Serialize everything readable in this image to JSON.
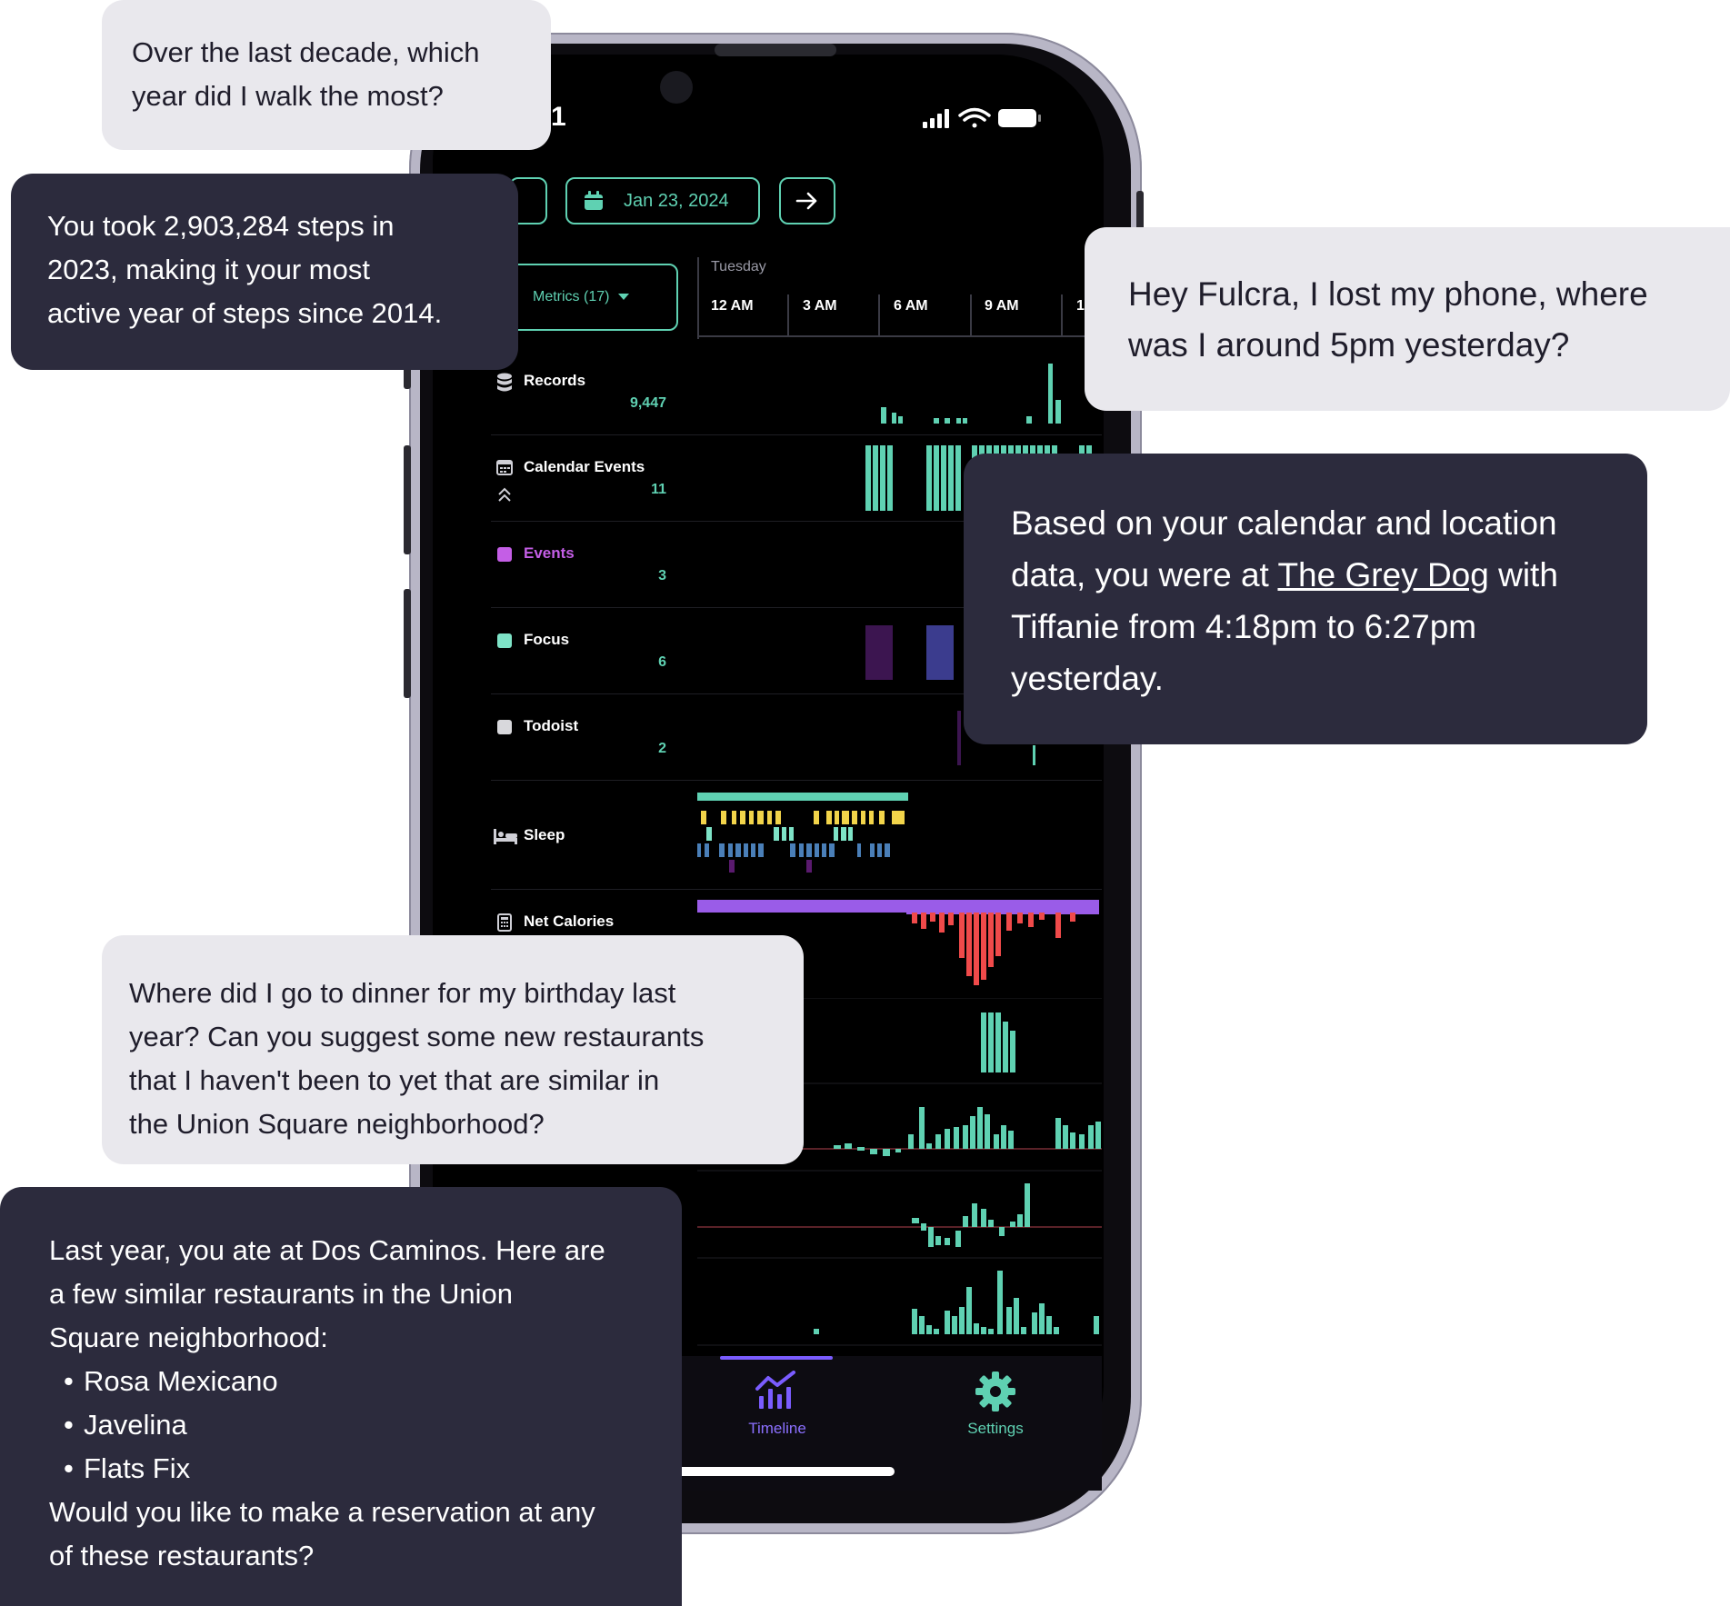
{
  "phone": {
    "time_partial": "1",
    "date_label": "Jan 23, 2024",
    "metrics_dropdown": "Metrics (17)",
    "day_label": "Tuesday",
    "hours": [
      "12 AM",
      "3 AM",
      "6 AM",
      "9 AM",
      "1"
    ],
    "rows": [
      {
        "label": "Records",
        "count": "9,447"
      },
      {
        "label": "Calendar Events",
        "count": "11"
      },
      {
        "label": "Events",
        "count": "3"
      },
      {
        "label": "Focus",
        "count": "6"
      },
      {
        "label": "Todoist",
        "count": "2"
      },
      {
        "label": "Sleep",
        "count": ""
      },
      {
        "label": "Net Calories",
        "count": ""
      }
    ],
    "tabs": {
      "timeline": "Timeline",
      "settings": "Settings"
    },
    "colors": {
      "accent_teal": "#5fd1b2",
      "events_purple": "#c45ee6",
      "focus_teal": "#7ee3c7",
      "todoist_gray": "#d8d8dc",
      "timeline_purple": "#7a5cff"
    }
  },
  "bubbles": {
    "b1": {
      "line1": "Over the last decade, which",
      "line2": "year did I walk the most?"
    },
    "b2": {
      "line1": "You took 2,903,284 steps in",
      "line2": "2023, making it your most",
      "line3": "active year of steps since 2014."
    },
    "b3": {
      "line1": "Hey Fulcra, I lost my phone, where",
      "line2": "was I around 5pm yesterday?"
    },
    "b4": {
      "line1": "Based on your calendar and location",
      "line2_pre": "data, you were at ",
      "line2_link": "The Grey Dog",
      "line2_post": " with",
      "line3": "Tiffanie from 4:18pm to 6:27pm",
      "line4": "yesterday."
    },
    "b5": {
      "line1": "Where did I go to dinner for my birthday last",
      "line2": "year? Can you suggest some new restaurants",
      "line3": "that I haven't been to yet that are similar in",
      "line4": "the Union Square neighborhood?"
    },
    "b6": {
      "line1": "Last year, you ate at Dos Caminos. Here are",
      "line2": "a few similar restaurants in the Union",
      "line3": "Square neighborhood:",
      "items": [
        "Rosa Mexicano",
        "Javelina",
        "Flats Fix"
      ],
      "line4": "Would you like to make a reservation at any",
      "line5": "of these restaurants?"
    }
  }
}
